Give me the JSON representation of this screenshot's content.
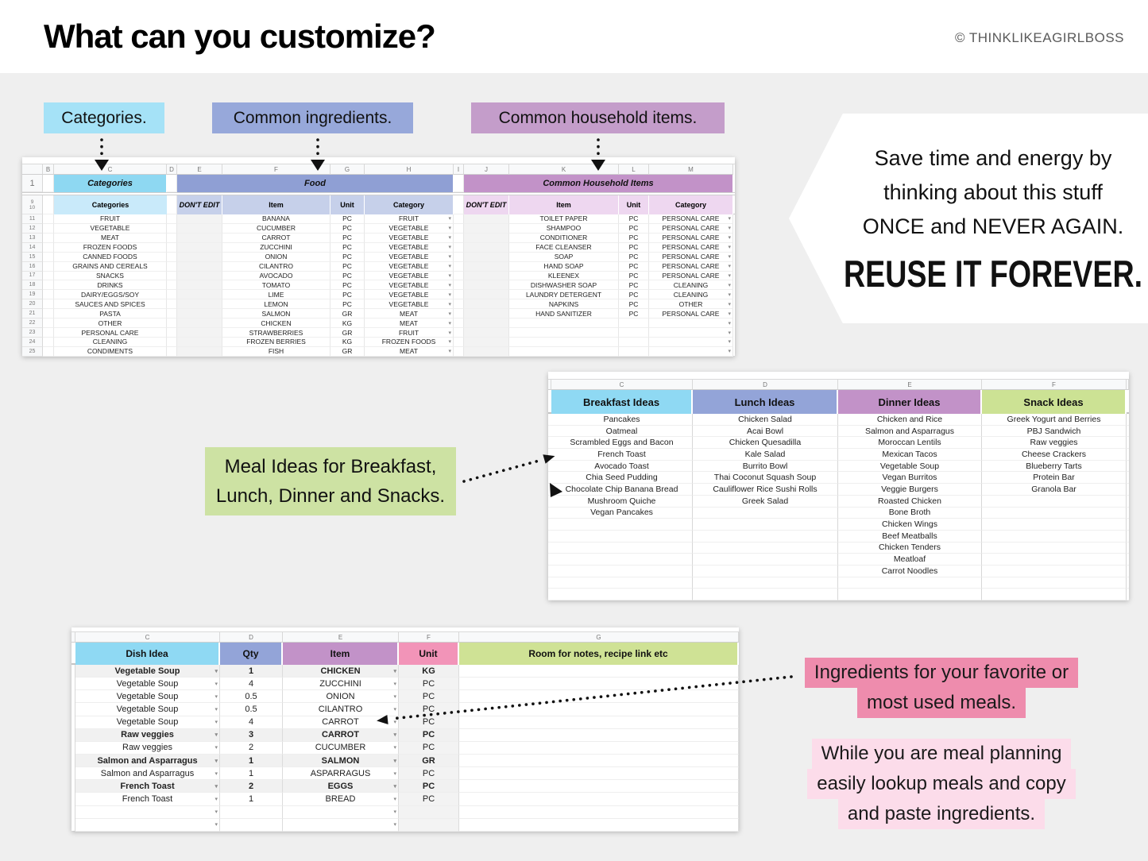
{
  "page": {
    "title": "What can you customize?",
    "copyright": "© THINKLIKEAGIRLBOSS"
  },
  "callouts": {
    "categories": "Categories.",
    "ingredients": "Common ingredients.",
    "household": "Common household items.",
    "save_time_lines": [
      "Save time and energy by",
      "thinking about this stuff",
      "ONCE and NEVER AGAIN."
    ],
    "reuse": "REUSE IT FOREVER.",
    "meal_ideas": [
      "Meal Ideas for Breakfast,",
      "Lunch, Dinner and Snacks."
    ],
    "ingredients_fav": [
      "Ingredients for your favorite or",
      "most used meals."
    ],
    "while_planning": [
      "While you are meal planning",
      "easily lookup meals and copy",
      "and paste ingredients."
    ]
  },
  "colors": {
    "cyan": "#8ed8f2",
    "cyan_light": "#c9eafa",
    "cyan_label": "#a5e2f7",
    "periwinkle": "#8f9fd4",
    "periwinkle_light": "#c6d0ea",
    "periwinkle_label": "#97a8da",
    "mauve": "#c292c8",
    "mauve_light": "#eed7f0",
    "mauve_label": "#c49dca",
    "green": "#cfe295",
    "green_label": "#cde2a3",
    "pink": "#f294b8",
    "pink_dark_label": "#ee8cad",
    "pink_light_label": "#fcdcea",
    "dont_edit_gray": "#f3f3f3",
    "bold_row_gray": "#f1f1f1",
    "arrow_black": "#111111"
  },
  "sheet1": {
    "column_letters": [
      "B",
      "C",
      "D",
      "E",
      "F",
      "G",
      "H",
      "I",
      "J",
      "K",
      "L",
      "M"
    ],
    "title_row_number": "1",
    "header_row_numbers": [
      "9",
      "10"
    ],
    "categories": {
      "title": "Categories",
      "header": "Categories"
    },
    "food": {
      "title": "Food",
      "dont_edit": "DON'T EDIT",
      "item": "Item",
      "unit": "Unit",
      "category": "Category"
    },
    "household": {
      "title": "Common Household Items",
      "dont_edit": "DON'T EDIT",
      "item": "Item",
      "unit": "Unit",
      "category": "Category"
    },
    "rows": [
      {
        "n": "11",
        "cat": "FRUIT",
        "f": [
          "BANANA",
          "PC",
          "FRUIT"
        ],
        "h": [
          "TOILET PAPER",
          "PC",
          "PERSONAL CARE"
        ]
      },
      {
        "n": "12",
        "cat": "VEGETABLE",
        "f": [
          "CUCUMBER",
          "PC",
          "VEGETABLE"
        ],
        "h": [
          "SHAMPOO",
          "PC",
          "PERSONAL CARE"
        ]
      },
      {
        "n": "13",
        "cat": "MEAT",
        "f": [
          "CARROT",
          "PC",
          "VEGETABLE"
        ],
        "h": [
          "CONDITIONER",
          "PC",
          "PERSONAL CARE"
        ]
      },
      {
        "n": "14",
        "cat": "FROZEN FOODS",
        "f": [
          "ZUCCHINI",
          "PC",
          "VEGETABLE"
        ],
        "h": [
          "FACE CLEANSER",
          "PC",
          "PERSONAL CARE"
        ]
      },
      {
        "n": "15",
        "cat": "CANNED FOODS",
        "f": [
          "ONION",
          "PC",
          "VEGETABLE"
        ],
        "h": [
          "SOAP",
          "PC",
          "PERSONAL CARE"
        ]
      },
      {
        "n": "16",
        "cat": "GRAINS AND CEREALS",
        "f": [
          "CILANTRO",
          "PC",
          "VEGETABLE"
        ],
        "h": [
          "HAND SOAP",
          "PC",
          "PERSONAL CARE"
        ]
      },
      {
        "n": "17",
        "cat": "SNACKS",
        "f": [
          "AVOCADO",
          "PC",
          "VEGETABLE"
        ],
        "h": [
          "KLEENEX",
          "PC",
          "PERSONAL CARE"
        ]
      },
      {
        "n": "18",
        "cat": "DRINKS",
        "f": [
          "TOMATO",
          "PC",
          "VEGETABLE"
        ],
        "h": [
          "DISHWASHER SOAP",
          "PC",
          "CLEANING"
        ]
      },
      {
        "n": "19",
        "cat": "DAIRY/EGGS/SOY",
        "f": [
          "LIME",
          "PC",
          "VEGETABLE"
        ],
        "h": [
          "LAUNDRY DETERGENT",
          "PC",
          "CLEANING"
        ]
      },
      {
        "n": "20",
        "cat": "SAUCES AND SPICES",
        "f": [
          "LEMON",
          "PC",
          "VEGETABLE"
        ],
        "h": [
          "NAPKINS",
          "PC",
          "OTHER"
        ]
      },
      {
        "n": "21",
        "cat": "PASTA",
        "f": [
          "SALMON",
          "GR",
          "MEAT"
        ],
        "h": [
          "HAND SANITIZER",
          "PC",
          "PERSONAL CARE"
        ]
      },
      {
        "n": "22",
        "cat": "OTHER",
        "f": [
          "CHICKEN",
          "KG",
          "MEAT"
        ],
        "h": [
          "",
          "",
          ""
        ]
      },
      {
        "n": "23",
        "cat": "PERSONAL CARE",
        "f": [
          "STRAWBERRIES",
          "GR",
          "FRUIT"
        ],
        "h": [
          "",
          "",
          ""
        ]
      },
      {
        "n": "24",
        "cat": "CLEANING",
        "f": [
          "FROZEN BERRIES",
          "KG",
          "FROZEN FOODS"
        ],
        "h": [
          "",
          "",
          ""
        ]
      },
      {
        "n": "25",
        "cat": "CONDIMENTS",
        "f": [
          "FISH",
          "GR",
          "MEAT"
        ],
        "h": [
          "",
          "",
          ""
        ]
      }
    ]
  },
  "meals": {
    "column_letters": [
      "C",
      "D",
      "E",
      "F"
    ],
    "columns": [
      {
        "label": "Breakfast Ideas",
        "color": "#8fd9f3",
        "items": [
          "Pancakes",
          "Oatmeal",
          "Scrambled Eggs and Bacon",
          "French Toast",
          "Avocado Toast",
          "Chia Seed Pudding",
          "Chocolate Chip Banana Bread",
          "Mushroom Quiche",
          "Vegan Pancakes"
        ]
      },
      {
        "label": "Lunch Ideas",
        "color": "#93a4d8",
        "items": [
          "Chicken Salad",
          "Acai Bowl",
          "Chicken Quesadilla",
          "Kale Salad",
          "Burrito Bowl",
          "Thai Coconut Squash Soup",
          "Cauliflower Rice Sushi Rolls",
          "Greek Salad"
        ]
      },
      {
        "label": "Dinner Ideas",
        "color": "#c292c8",
        "items": [
          "Chicken and Rice",
          "Salmon and Asparragus",
          "Moroccan Lentils",
          "Mexican Tacos",
          "Vegetable Soup",
          "Vegan Burritos",
          "Veggie Burgers",
          "Roasted Chicken",
          "Bone Broth",
          "Chicken Wings",
          "Beef Meatballs",
          "Chicken Tenders",
          "Meatloaf",
          "Carrot Noodles"
        ]
      },
      {
        "label": "Snack Ideas",
        "color": "#cce294",
        "items": [
          "Greek Yogurt and Berries",
          "PBJ Sandwich",
          "Raw veggies",
          "Cheese Crackers",
          "Blueberry Tarts",
          "Protein Bar",
          "Granola Bar"
        ]
      }
    ]
  },
  "dishes": {
    "column_letters": [
      "C",
      "D",
      "E",
      "F",
      "G"
    ],
    "headers": [
      {
        "label": "Dish Idea",
        "color": "#8fd9f3"
      },
      {
        "label": "Qty",
        "color": "#93a4d8"
      },
      {
        "label": "Item",
        "color": "#c292c8"
      },
      {
        "label": "Unit",
        "color": "#f294b8"
      },
      {
        "label": "Room for notes, recipe link etc",
        "color": "#cfe295"
      }
    ],
    "rows": [
      {
        "dish": "Vegetable Soup",
        "qty": "1",
        "item": "CHICKEN",
        "unit": "KG",
        "bold": true,
        "empty": false
      },
      {
        "dish": "Vegetable Soup",
        "qty": "4",
        "item": "ZUCCHINI",
        "unit": "PC",
        "bold": false,
        "empty": false
      },
      {
        "dish": "Vegetable Soup",
        "qty": "0.5",
        "item": "ONION",
        "unit": "PC",
        "bold": false,
        "empty": false
      },
      {
        "dish": "Vegetable Soup",
        "qty": "0.5",
        "item": "CILANTRO",
        "unit": "PC",
        "bold": false,
        "empty": false
      },
      {
        "dish": "Vegetable Soup",
        "qty": "4",
        "item": "CARROT",
        "unit": "PC",
        "bold": false,
        "empty": false
      },
      {
        "dish": "Raw veggies",
        "qty": "3",
        "item": "CARROT",
        "unit": "PC",
        "bold": true,
        "empty": false
      },
      {
        "dish": "Raw veggies",
        "qty": "2",
        "item": "CUCUMBER",
        "unit": "PC",
        "bold": false,
        "empty": false
      },
      {
        "dish": "Salmon and Asparragus",
        "qty": "1",
        "item": "SALMON",
        "unit": "GR",
        "bold": true,
        "empty": false
      },
      {
        "dish": "Salmon and Asparragus",
        "qty": "1",
        "item": "ASPARRAGUS",
        "unit": "PC",
        "bold": false,
        "empty": false
      },
      {
        "dish": "French Toast",
        "qty": "2",
        "item": "EGGS",
        "unit": "PC",
        "bold": true,
        "empty": false
      },
      {
        "dish": "French Toast",
        "qty": "1",
        "item": "BREAD",
        "unit": "PC",
        "bold": false,
        "empty": false
      },
      {
        "dish": "",
        "qty": "",
        "item": "",
        "unit": "",
        "bold": false,
        "empty": true
      },
      {
        "dish": "",
        "qty": "",
        "item": "",
        "unit": "",
        "bold": false,
        "empty": true
      }
    ]
  }
}
